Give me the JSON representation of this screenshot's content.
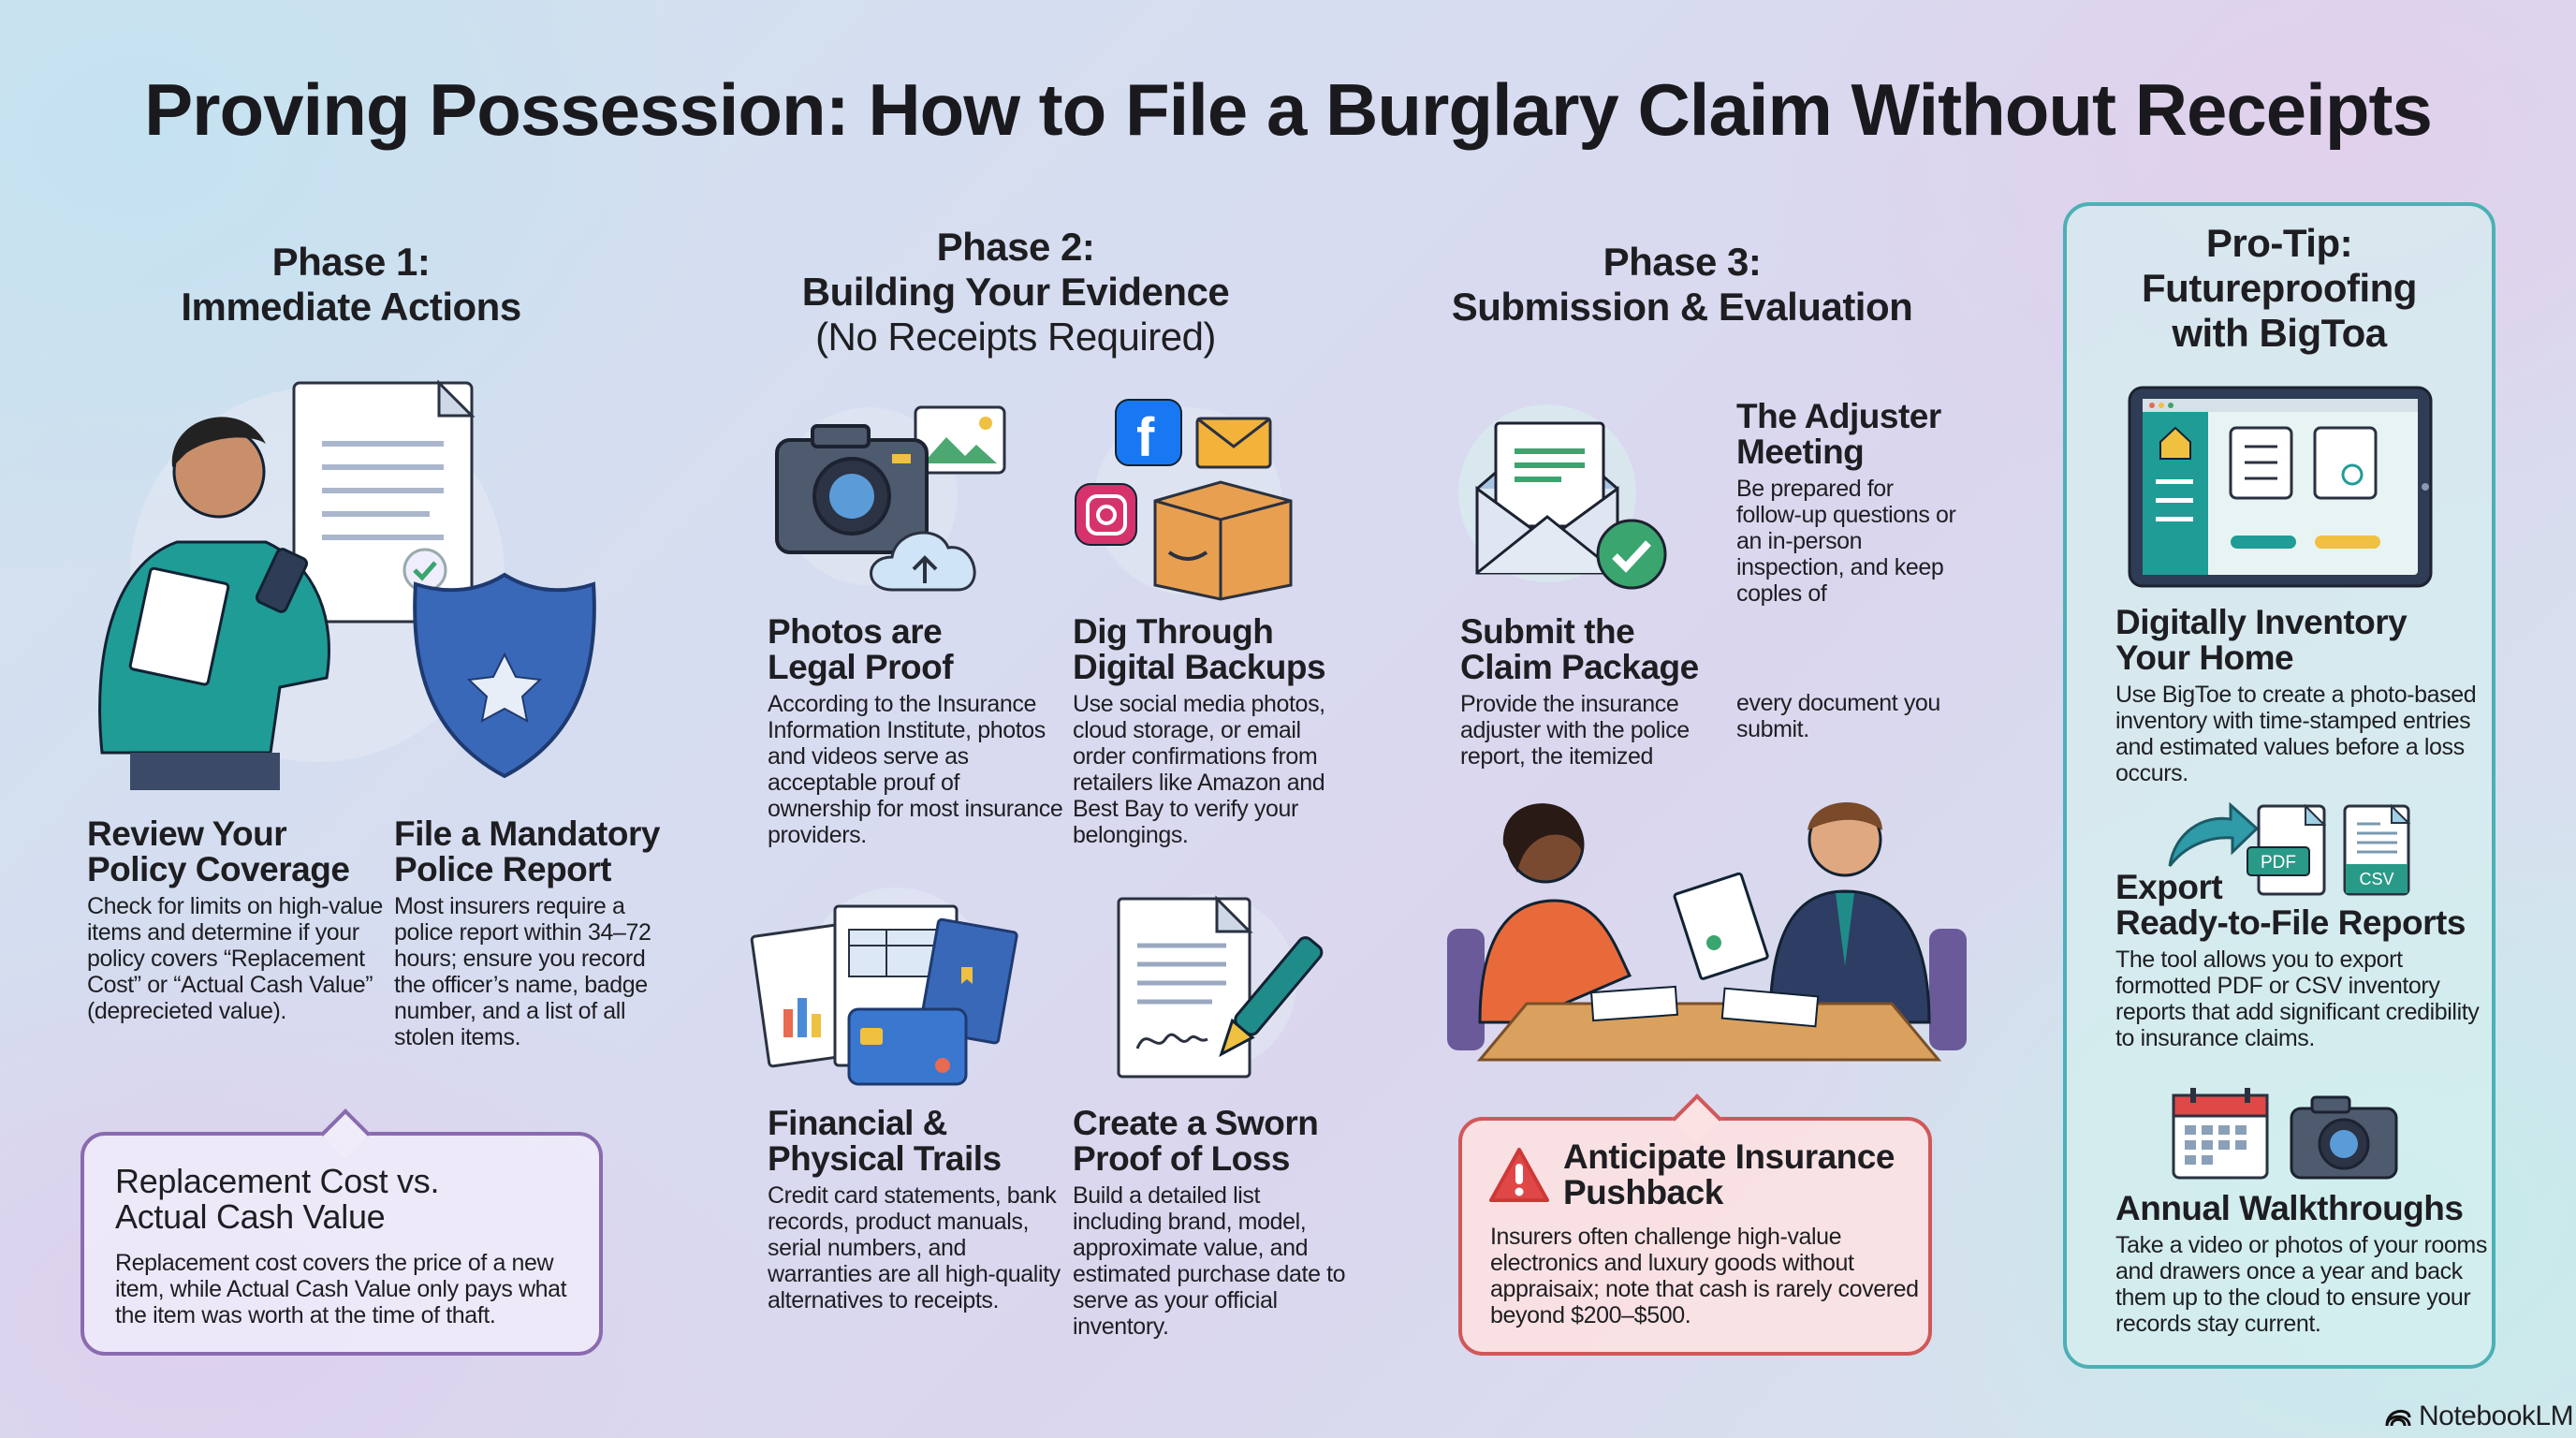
{
  "title": "Proving Possession: How to File a Burglary Claim Without Receipts",
  "phase1": {
    "heading_line1": "Phase 1:",
    "heading_line2": "Immediate Actions",
    "items": [
      {
        "title_line1": "Review Your",
        "title_line2": "Policy Coverage",
        "body": "Check for limits on high-value items and determine if your policy covers “Replacement Cost” or “Actual Cash Value” (deprecieted value)."
      },
      {
        "title_line1": "File a Mandatory",
        "title_line2": "Police Report",
        "body": "Most insurers require a police report within 34–72 hours; ensure you record the officer’s name, badge number, and a list of all stolen items."
      }
    ],
    "callout": {
      "title_line1": "Replacement Cost vs.",
      "title_line2": "Actual Cash Value",
      "body": "Replacement cost covers the price of a new item, while Actual Cash Value only pays what the item was worth at the time of thaft."
    }
  },
  "phase2": {
    "heading_line1": "Phase 2:",
    "heading_line2": "Building Your Evidence",
    "heading_line3": "(No Receipts Required)",
    "items": [
      {
        "title_line1": "Photos are",
        "title_line2": "Legal Proof",
        "body": "According to the Insurance Information Institute, photos and videos serve as acceptable prouf of ownership for most insurance providers."
      },
      {
        "title_line1": "Dig Through",
        "title_line2": "Digital Backups",
        "body": "Use social media photos, cloud storage, or email order confirmations from retailers like Amazon and Best Bay to verify your belongings."
      },
      {
        "title_line1": "Financial &",
        "title_line2": "Physical Trails",
        "body": "Credit card statements, bank records, product manuals, serial numbers, and warranties are all high-quality alternatives to receipts."
      },
      {
        "title_line1": "Create a Sworn",
        "title_line2": "Proof of Loss",
        "body": "Build a detailed list including brand, model, approximate value, and estimated purchase date to serve as your official inventory."
      }
    ],
    "icon_labels": {
      "card_chip": ""
    }
  },
  "phase3": {
    "heading_line1": "Phase 3:",
    "heading_line2": "Submission & Evaluation",
    "submit": {
      "title_line1": "Submit the",
      "title_line2": "Claim Package",
      "body": "Provide the insurance adjuster with the police report, the itemized"
    },
    "adjuster": {
      "title_line1": "The Adjuster",
      "title_line2": "Meeting",
      "body": "Be prepared for follow-up questions or an in-person inspection, and keep coples of",
      "body_continued": "every document you submit."
    },
    "callout": {
      "title_line1": "Anticipate Insurance",
      "title_line2": "Pushback",
      "body": "Insurers often challenge high-value electronics and luxury goods without appraisaix; note that cash is rarely covered beyond $200–$500."
    }
  },
  "protip": {
    "heading_line1": "Pro-Tip:",
    "heading_line2": "Futureproofing",
    "heading_line3": "with BigToa",
    "items": [
      {
        "title_line1": "Digitally Inventory",
        "title_line2": "Your Home",
        "body": "Use BigToe to create a photo-based inventory with time-stamped entries and estimated values before a loss occurs."
      },
      {
        "title_line1": "Export",
        "title_line2": "Ready-to-File Reports",
        "body": "The tool allows you to export formotted PDF or CSV inventory reports that add significant credibility to insurance claims."
      },
      {
        "title_line1": "Annual Walkthroughs",
        "title_line2": "",
        "body": "Take a video or photos of your rooms and drawers once a year and back them up to the cloud to ensure your records stay current."
      }
    ],
    "pdf_label": "PDF",
    "csv_label": "CSV"
  },
  "footer": {
    "brand": "NotebookLM"
  },
  "colors": {
    "callout_purple": "#8a6bb0",
    "callout_red": "#d0585a",
    "teal": "#4cb0b6",
    "green": "#3aa56e"
  }
}
